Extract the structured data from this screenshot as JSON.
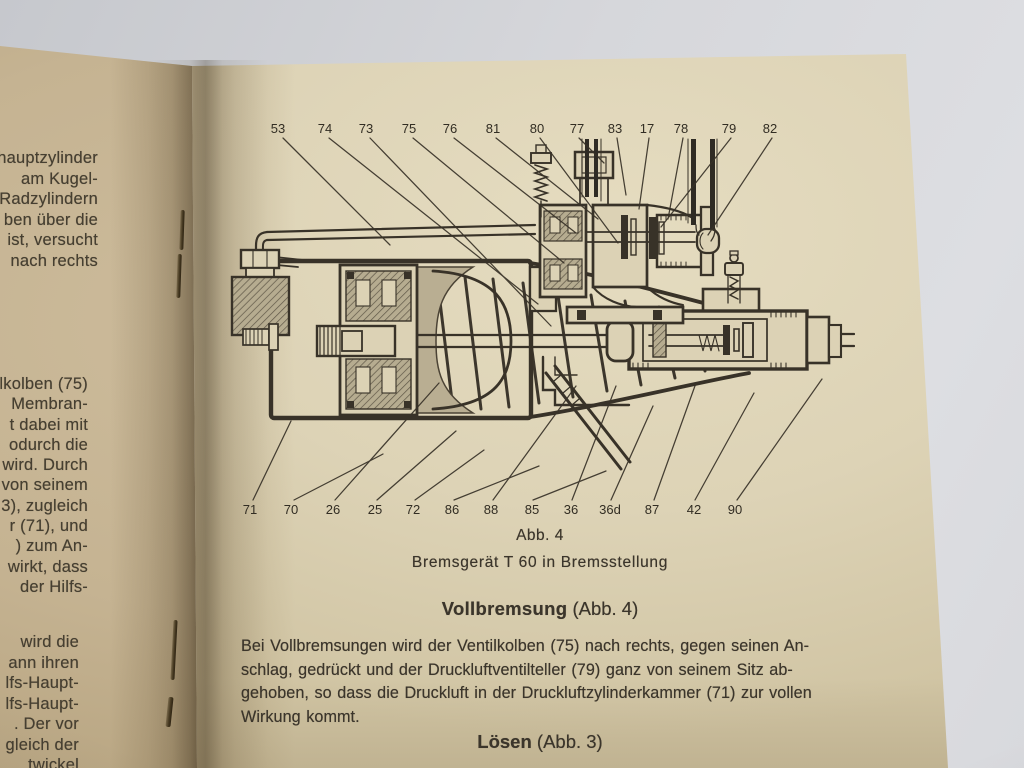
{
  "photo": {
    "palette": {
      "paper_right": "#ddd3b6",
      "paper_left": "#c6b492",
      "ink": "#383228",
      "table_surface": "#d6d7db"
    }
  },
  "left_page": {
    "block1": "hauptzylinder\nam Kugel-\nRadzylindern\nben über die\nist, versucht\nnach rechts",
    "block2": "lkolben (75)\nMembran-\nt dabei mit\nodurch die\nwird. Durch\nvon seinem\n3), zugleich\nr (71), und\n) zum An-\nwirkt, dass\nder Hilfs-",
    "block3": "wird die\nann ihren\nlfs-Haupt-\nlfs-Haupt-\n. Der vor\ngleich der\ntwickel"
  },
  "figure": {
    "caption": "Abb. 4",
    "subcaption": "Bremsgerät T 60 in Bremsstellung",
    "top_labels": [
      "53",
      "74",
      "73",
      "75",
      "76",
      "81",
      "80",
      "77",
      "83",
      "17",
      "78",
      "79",
      "82"
    ],
    "bottom_labels": [
      "71",
      "70",
      "26",
      "25",
      "72",
      "86",
      "88",
      "85",
      "36",
      "36d",
      "87",
      "42",
      "90"
    ]
  },
  "sections": [
    {
      "heading": "Vollbremsung",
      "heading_ref": " (Abb. 4)",
      "body": "Bei Vollbremsungen wird der Ventilkolben (75) nach rechts, gegen seinen An-\nschlag, gedrückt und der Druckluftventilteller (79) ganz von seinem Sitz ab-\ngehoben, so dass die Druckluft in der Druckluftzylinderkammer (71) zur vollen\nWirkung kommt."
    },
    {
      "heading": "Lösen",
      "heading_ref": " (Abb. 3)"
    }
  ]
}
